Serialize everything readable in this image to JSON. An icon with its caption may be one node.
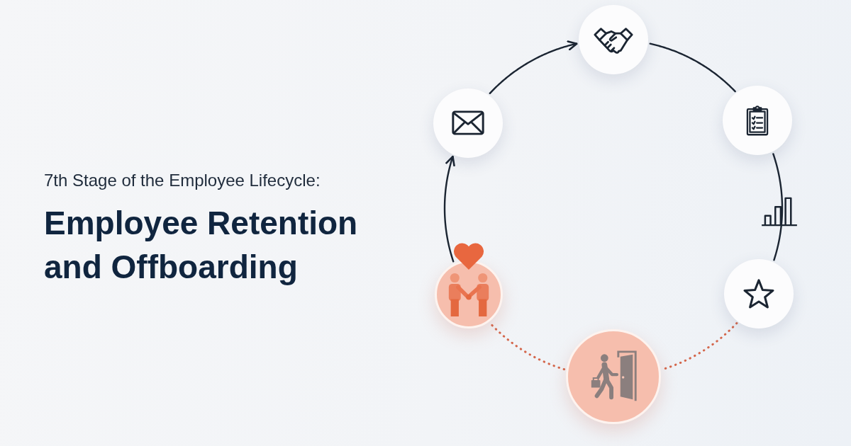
{
  "diagram": {
    "title": "Employee Retention and Offboarding",
    "nodes": [
      {
        "text": [],
        "shape": "circle"
      },
      {
        "text": [],
        "shape": "circle"
      },
      {
        "text": [],
        "shape": "circle"
      },
      {
        "text": [],
        "shape": "circle"
      },
      {
        "text": [],
        "shape": "circle"
      },
      {
        "text": [],
        "shape": "circle"
      }
    ],
    "edges": [
      {
        "from": 5,
        "to": 0,
        "arrow": "to"
      },
      {
        "from": 0,
        "to": 1,
        "arrow": "to"
      },
      {
        "from": 1,
        "to": 2,
        "arrow": "none"
      },
      {
        "from": 2,
        "to": 3,
        "arrow": "none"
      },
      {
        "from": 3,
        "to": 4,
        "arrow": "none",
        "style": "dashed",
        "color": "#d4674c"
      },
      {
        "from": 4,
        "to": 5,
        "arrow": "none",
        "style": "dashed",
        "color": "#d4674c"
      }
    ],
    "labels": [
      "7th Stage of the Employee Lifecycle:"
    ]
  }
}
